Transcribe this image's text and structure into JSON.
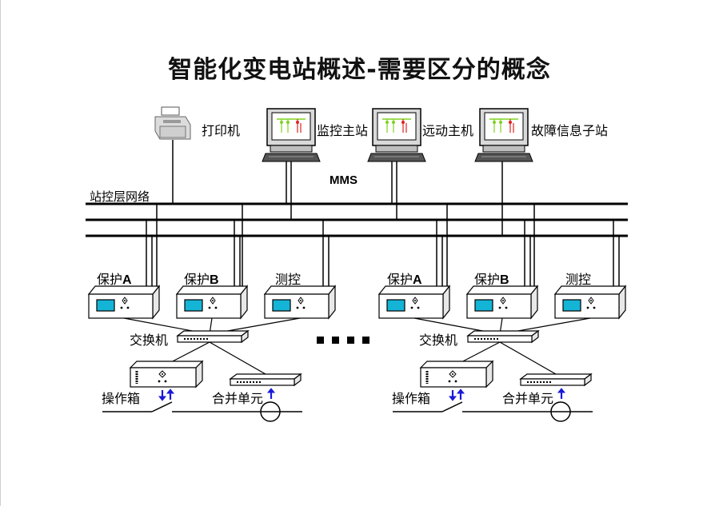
{
  "title": "智能化变电站概述-需要区分的概念",
  "station_network_label": "站控层网络",
  "mms_label": "MMS",
  "top_devices": [
    {
      "id": "printer",
      "label": "打印机",
      "icon": "printer-icon"
    },
    {
      "id": "monitor-main",
      "label": "监控主站",
      "icon": "workstation-icon"
    },
    {
      "id": "telecontrol",
      "label": "远动主机",
      "icon": "workstation-icon"
    },
    {
      "id": "fault-info",
      "label": "故障信息子站",
      "icon": "workstation-icon"
    }
  ],
  "bays": [
    {
      "ied_labels": [
        {
          "text": "保护",
          "suffix": "A"
        },
        {
          "text": "保护",
          "suffix": "B"
        },
        {
          "text": "测控",
          "suffix": ""
        }
      ],
      "switch_label": "交换机",
      "op_box_label": "操作箱",
      "merging_unit_label": "合并单元"
    },
    {
      "ied_labels": [
        {
          "text": "保护",
          "suffix": "A"
        },
        {
          "text": "保护",
          "suffix": "B"
        },
        {
          "text": "测控",
          "suffix": ""
        }
      ],
      "switch_label": "交换机",
      "op_box_label": "操作箱",
      "merging_unit_label": "合并单元"
    }
  ],
  "ellipsis": "■ ■ ■ ■",
  "colors": {
    "screen": "#14b4d6",
    "arrow": "#1a1ad8",
    "line": "#000000",
    "device_fill": "#ffffff",
    "monitor_green": "#7ed321",
    "monitor_red": "#e02020"
  }
}
